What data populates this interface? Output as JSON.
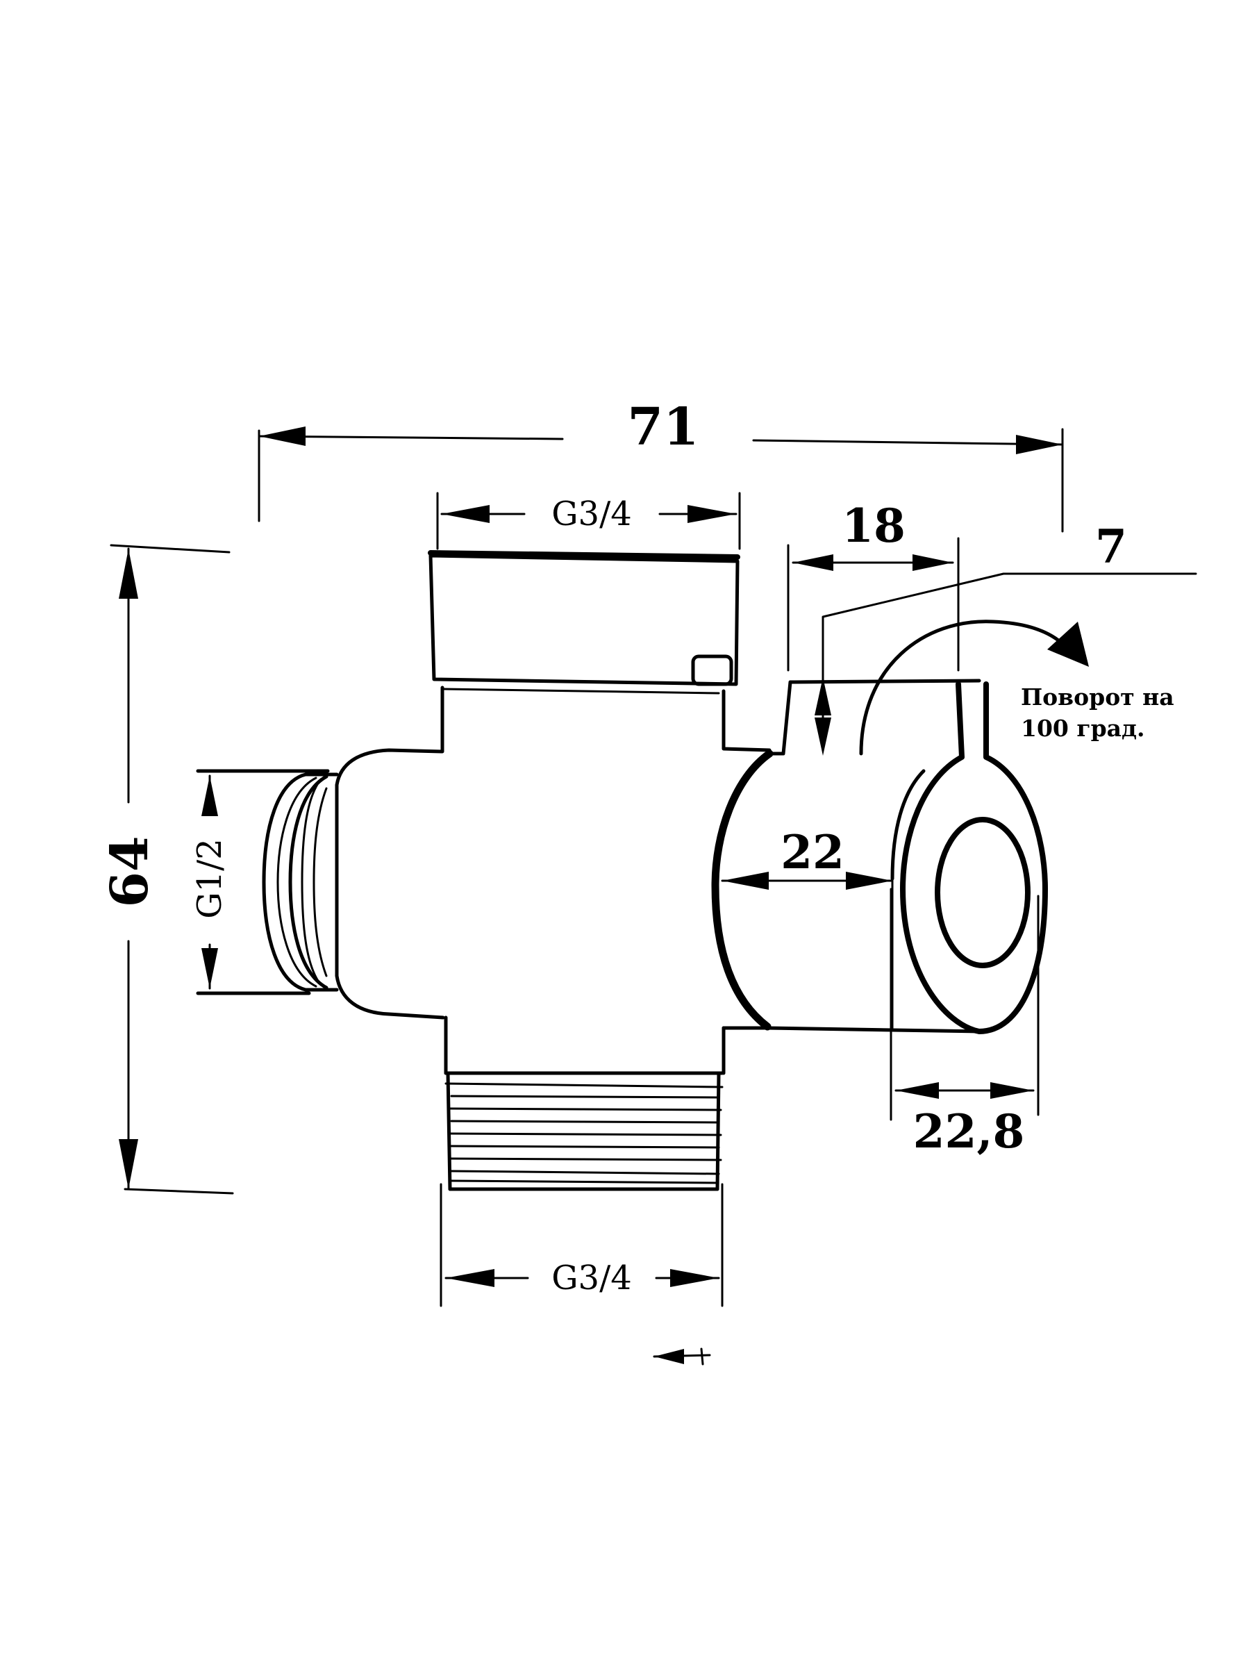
{
  "dimensions": {
    "overall_width": "71",
    "overall_height": "64",
    "top_thread": "G3/4",
    "bottom_thread": "G3/4",
    "side_thread": "G1/2",
    "lever_width": "18",
    "lever_offset": "7",
    "knob_depth": "22",
    "knob_width": "22,8"
  },
  "annotation": {
    "line1": "Поворот  на",
    "line2": "100 град."
  },
  "colors": {
    "line": "#000000",
    "background": "#ffffff"
  }
}
